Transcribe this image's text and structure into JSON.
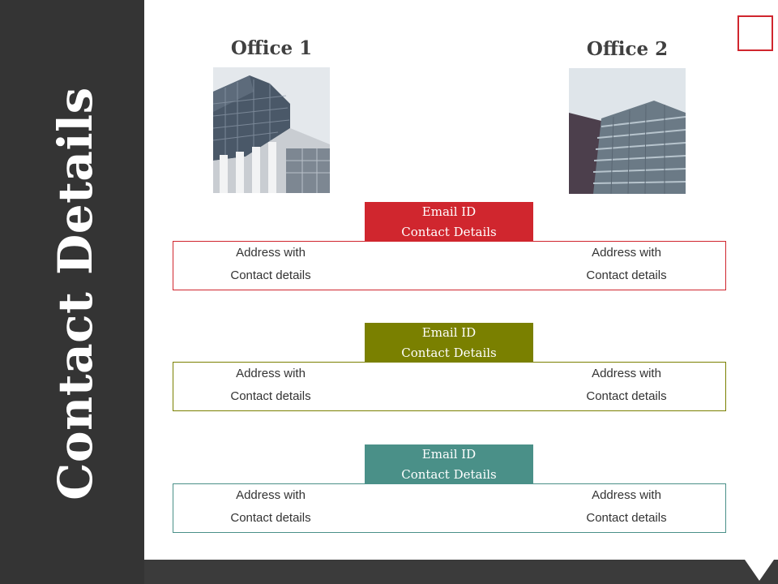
{
  "sidebar": {
    "title": "Contact Details",
    "background": "#343434"
  },
  "offices": [
    {
      "title": "Office 1"
    },
    {
      "title": "Office 2"
    }
  ],
  "rows": [
    {
      "email_line1": "Email ID",
      "email_line2": "Contact Details",
      "color": "#d0262e",
      "left_line1": "Address with",
      "left_line2": "Contact details",
      "right_line1": "Address with",
      "right_line2": "Contact details"
    },
    {
      "email_line1": "Email ID",
      "email_line2": "Contact Details",
      "color": "#7a8000",
      "left_line1": "Address with",
      "left_line2": "Contact details",
      "right_line1": "Address with",
      "right_line2": "Contact details"
    },
    {
      "email_line1": "Email ID",
      "email_line2": "Contact Details",
      "color": "#4a9088",
      "left_line1": "Address with",
      "left_line2": "Contact details",
      "right_line1": "Address with",
      "right_line2": "Contact details"
    }
  ],
  "icons": {
    "corner": "square-outline-icon",
    "footer": "triangle-notch-icon"
  }
}
